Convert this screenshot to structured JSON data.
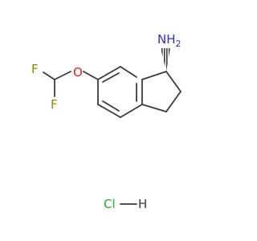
{
  "molecule": {
    "atoms": {
      "amine": "NH",
      "amine_sub": "2",
      "oxygen": "O",
      "fluorine_top": "F",
      "fluorine_bottom": "F",
      "salt_cl": "Cl",
      "salt_h": "H"
    },
    "colors": {
      "bond": "#3a3a3a",
      "nitrogen": "#3030c8",
      "oxygen": "#e0201a",
      "fluorine": "#8a8a00",
      "chlorine": "#20b020",
      "hydrogen": "#3a3a3a"
    }
  }
}
